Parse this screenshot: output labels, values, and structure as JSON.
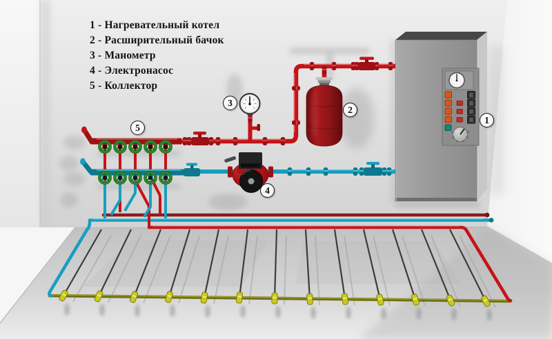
{
  "legend": {
    "items": [
      {
        "label": "1 - Нагревательный котел"
      },
      {
        "label": "2 - Расширительный бачок"
      },
      {
        "label": "3 - Манометр"
      },
      {
        "label": "4 - Электронасос"
      },
      {
        "label": "5 - Коллектор"
      }
    ]
  },
  "callouts": {
    "boiler": "1",
    "expansion_tank": "2",
    "pressure_gauge": "3",
    "pump": "4",
    "collector": "5"
  },
  "colors": {
    "pipe_hot": "#c41318",
    "pipe_hot_dark": "#9e1013",
    "pipe_cold": "#169fc0",
    "pipe_cold_dark": "#0c7990",
    "valve_wheel": "#2e8b2e",
    "tank_red": "#8e1417",
    "pump_red": "#b01216",
    "floor_pipe": "#6f7012",
    "floor_fitting": "#c9c920",
    "loop_pipe": "#3c3c3c",
    "label_ink": "#141414"
  }
}
